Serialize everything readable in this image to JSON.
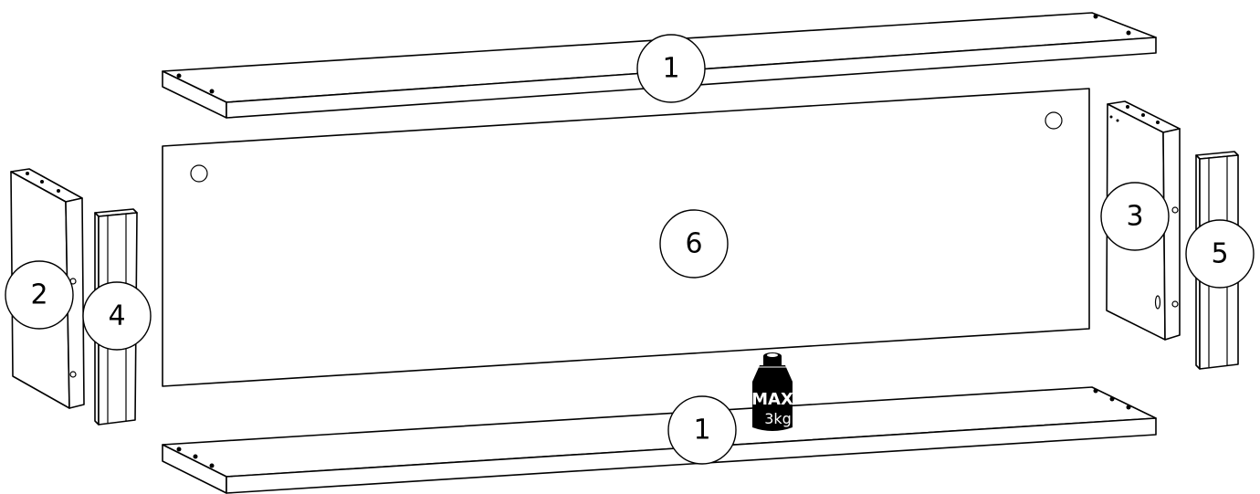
{
  "labels": {
    "top_shelf": "1",
    "left_side": "2",
    "right_side": "3",
    "left_strip": "4",
    "right_strip": "5",
    "back_panel": "6",
    "bottom_shelf": "1"
  },
  "weight": {
    "line1": "MAX",
    "line2": "3kg"
  }
}
